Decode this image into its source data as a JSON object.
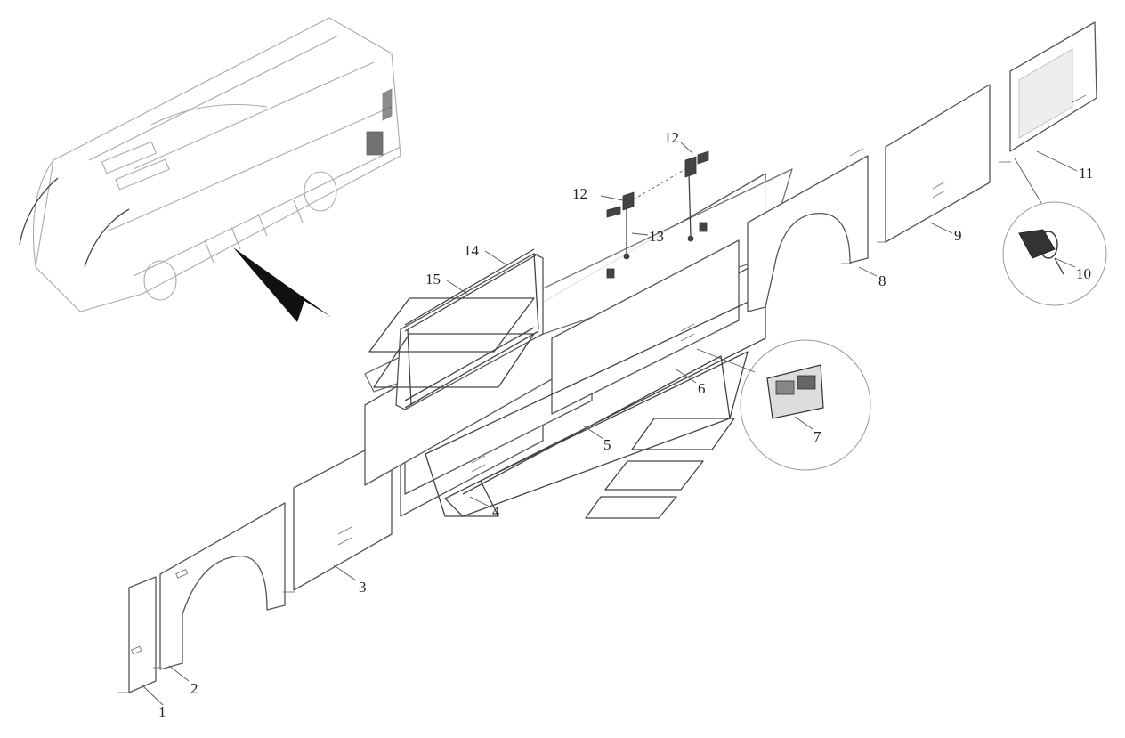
{
  "callouts": [
    {
      "id": "1",
      "text": "1"
    },
    {
      "id": "2",
      "text": "2"
    },
    {
      "id": "3",
      "text": "3"
    },
    {
      "id": "4",
      "text": "4"
    },
    {
      "id": "5",
      "text": "5"
    },
    {
      "id": "6",
      "text": "6"
    },
    {
      "id": "7",
      "text": "7"
    },
    {
      "id": "8",
      "text": "8"
    },
    {
      "id": "9",
      "text": "9"
    },
    {
      "id": "10",
      "text": "10"
    },
    {
      "id": "11",
      "text": "11"
    },
    {
      "id": "12a",
      "text": "12"
    },
    {
      "id": "12b",
      "text": "12"
    },
    {
      "id": "13",
      "text": "13"
    },
    {
      "id": "14",
      "text": "14"
    },
    {
      "id": "15",
      "text": "15"
    }
  ]
}
